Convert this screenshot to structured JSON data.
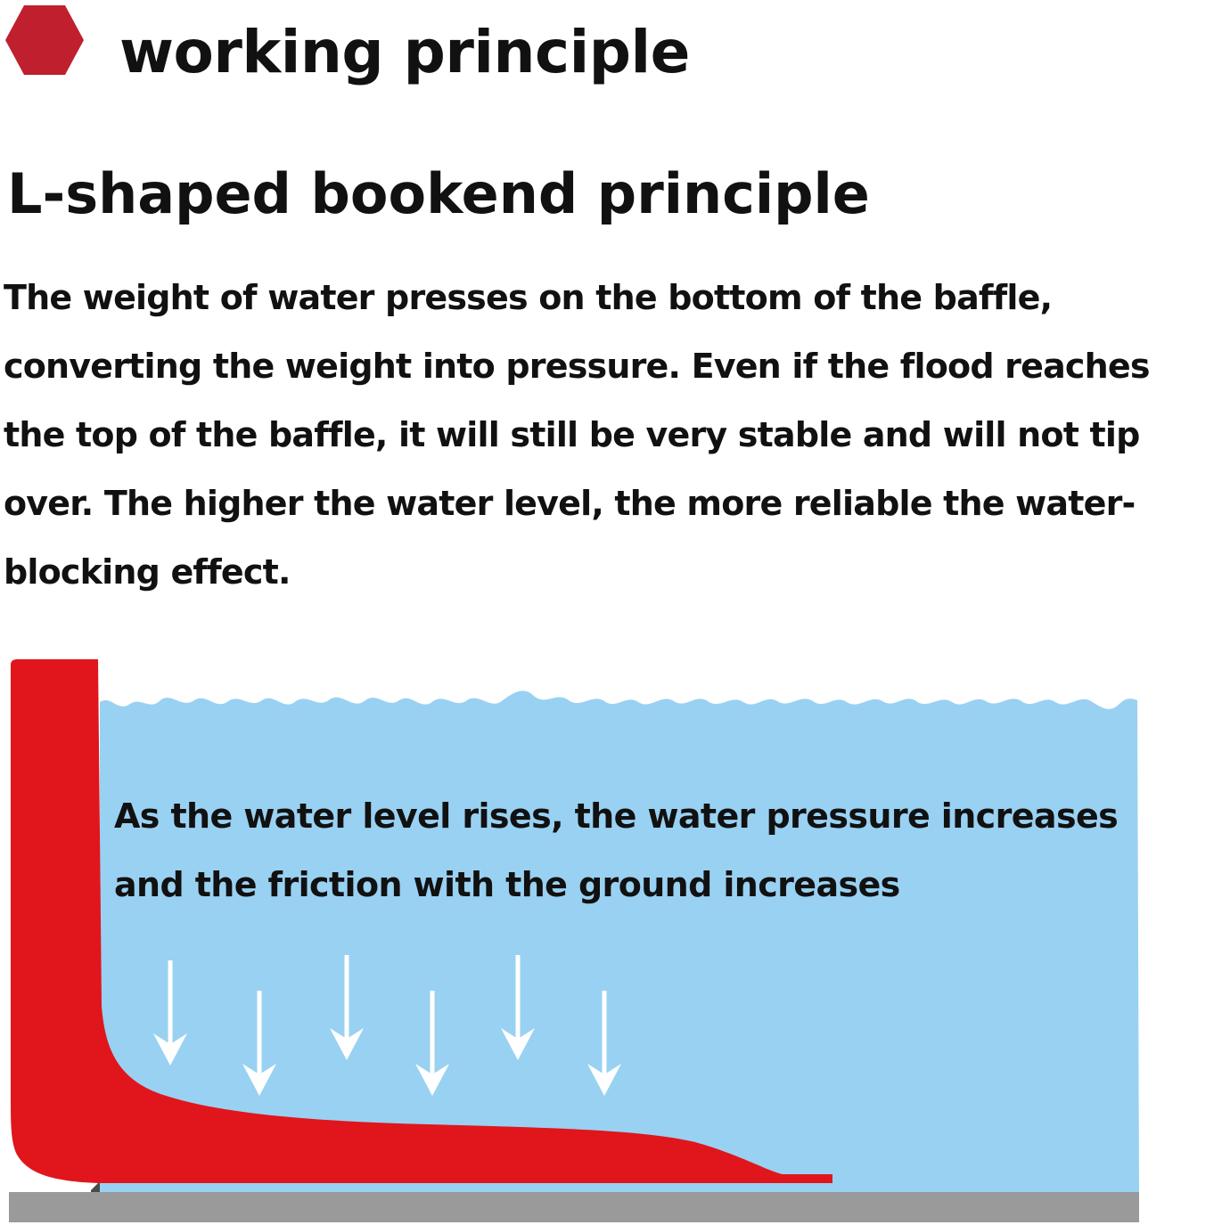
{
  "header": {
    "title": "working principle",
    "icon": "hexagon-bullet-icon",
    "icon_color": "#c0202e"
  },
  "subtitle": "L-shaped bookend principle",
  "description": "The weight of water presses on the bottom of the baffle, converting the weight into pressure. Even if the flood reaches the top of the baffle, it will still be very stable and will not tip over. The higher the water level, the more reliable the water-blocking effect.",
  "diagram": {
    "caption": "As the water level rises, the water pressure increases and the friction with the ground increases",
    "icon": "downward-arrow-icon",
    "arrow_count": 6,
    "colors": {
      "water": "#99d1f2",
      "baffle": "#e0161c",
      "ground": "#9a9a9a",
      "arrow": "#ffffff"
    }
  }
}
